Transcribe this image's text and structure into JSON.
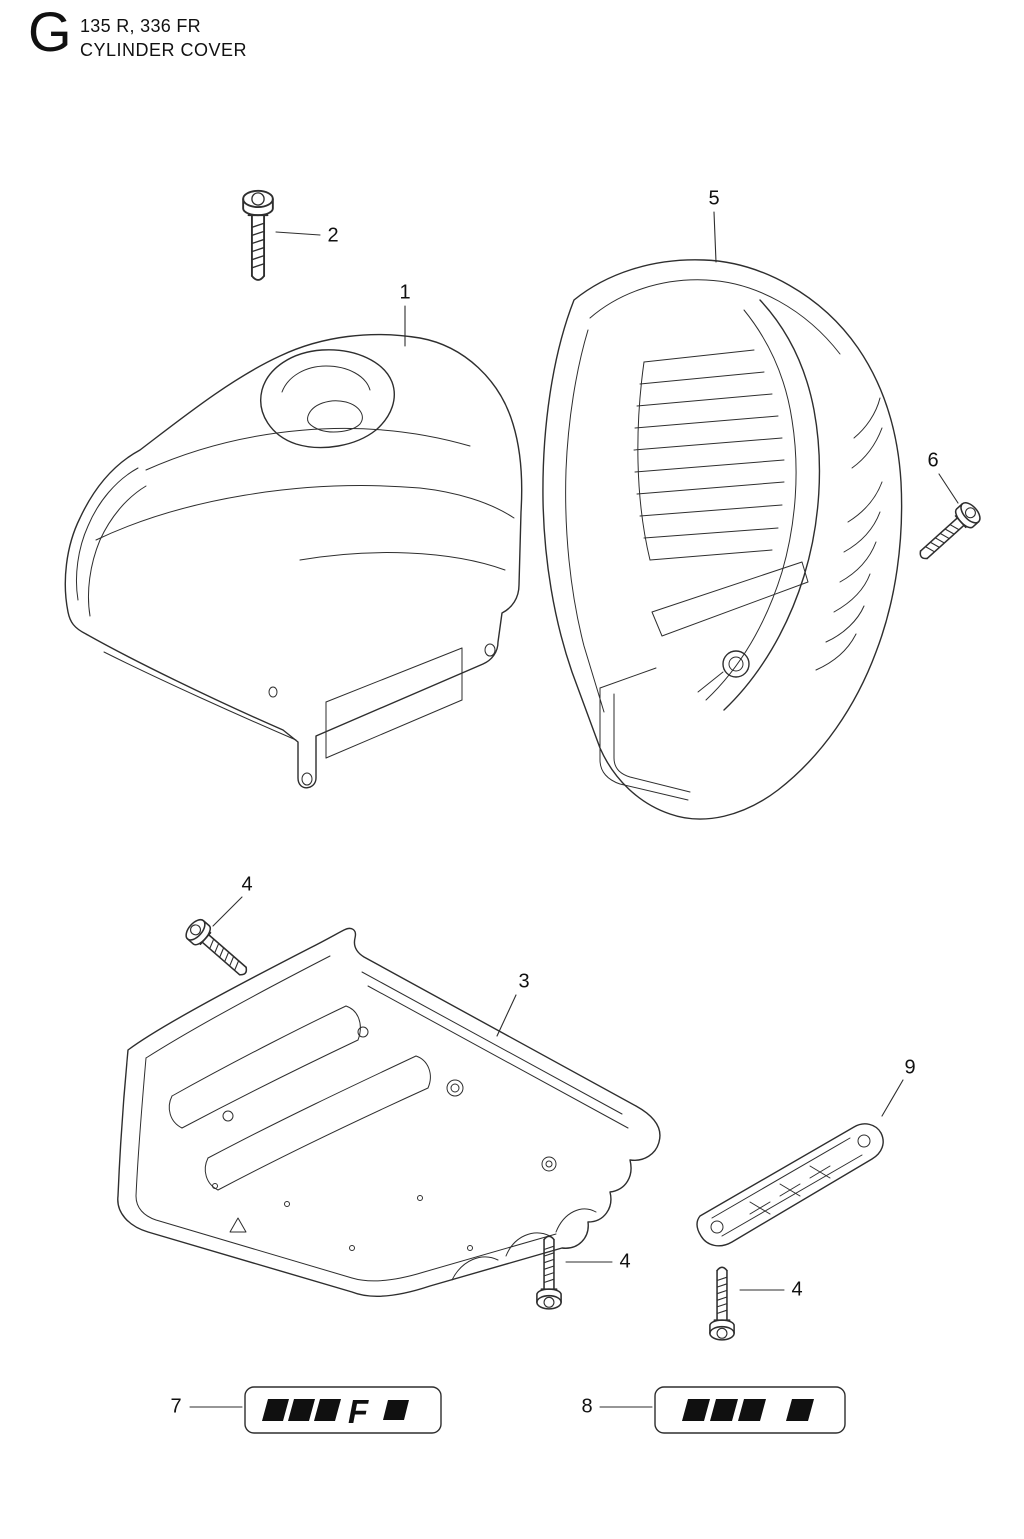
{
  "header": {
    "section_letter": "G",
    "models": "135 R, 336 FR",
    "title": "CYLINDER COVER"
  },
  "callouts": {
    "part1": "1",
    "part2": "2",
    "part3": "3",
    "part4": "4",
    "part5": "5",
    "part6": "6",
    "part7": "7",
    "part8": "8",
    "part9": "9"
  },
  "decals": {
    "decal7_text": "F"
  },
  "colors": {
    "ink": "#2e2e2e",
    "background": "#ffffff"
  }
}
